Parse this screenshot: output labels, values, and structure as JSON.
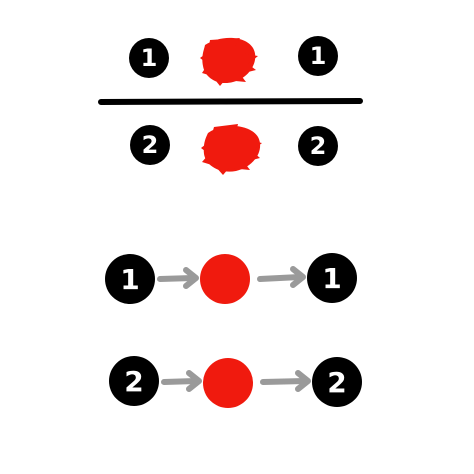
{
  "colors": {
    "background": "#ffffff",
    "node_fill": "#000000",
    "node_text": "#ffffff",
    "center": "#f01a0e",
    "arrow": "#9a9a9a",
    "divider": "#000000"
  },
  "fraction": {
    "top_left": "1",
    "top_right": "1",
    "bottom_left": "2",
    "bottom_right": "2",
    "center_shape": "scribble",
    "divider_icon": "fraction-bar"
  },
  "flow": {
    "rows": [
      {
        "left": "1",
        "right": "1",
        "center_shape": "circle",
        "arrow_icon": "right-arrow-icon"
      },
      {
        "left": "2",
        "right": "2",
        "center_shape": "circle",
        "arrow_icon": "right-arrow-icon"
      }
    ]
  }
}
